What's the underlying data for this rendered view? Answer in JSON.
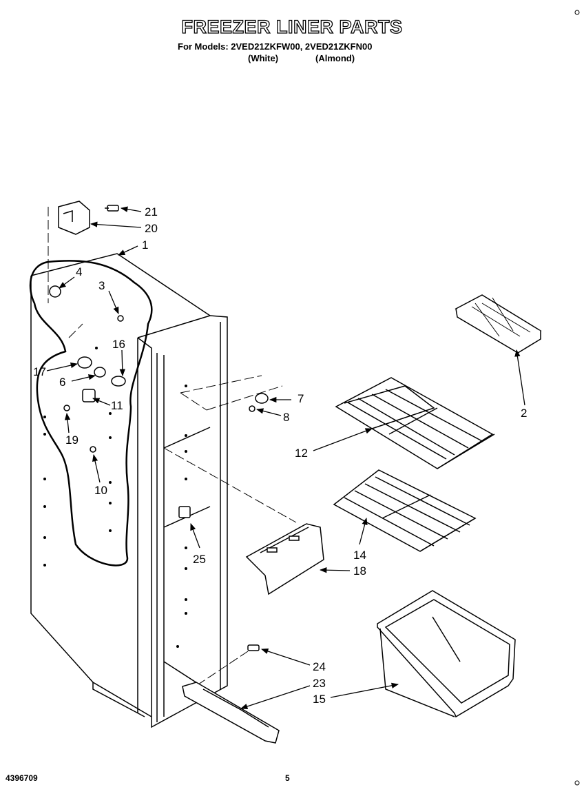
{
  "header": {
    "title": "FREEZER LINER PARTS",
    "models_line": "For Models: 2VED21ZKFW00, 2VED21ZKFN00",
    "variant_white": "(White)",
    "variant_almond": "(Almond)"
  },
  "footer": {
    "doc_number": "4396709",
    "page_number": "5"
  },
  "callouts": [
    {
      "id": "c21",
      "label": "21"
    },
    {
      "id": "c20",
      "label": "20"
    },
    {
      "id": "c1",
      "label": "1"
    },
    {
      "id": "c4",
      "label": "4"
    },
    {
      "id": "c3",
      "label": "3"
    },
    {
      "id": "c16",
      "label": "16"
    },
    {
      "id": "c17",
      "label": "17"
    },
    {
      "id": "c6",
      "label": "6"
    },
    {
      "id": "c11",
      "label": "11"
    },
    {
      "id": "c19",
      "label": "19"
    },
    {
      "id": "c10",
      "label": "10"
    },
    {
      "id": "c7",
      "label": "7"
    },
    {
      "id": "c8",
      "label": "8"
    },
    {
      "id": "c2",
      "label": "2"
    },
    {
      "id": "c12",
      "label": "12"
    },
    {
      "id": "c14",
      "label": "14"
    },
    {
      "id": "c18",
      "label": "18"
    },
    {
      "id": "c25",
      "label": "25"
    },
    {
      "id": "c24",
      "label": "24"
    },
    {
      "id": "c23",
      "label": "23"
    },
    {
      "id": "c15",
      "label": "15"
    }
  ]
}
